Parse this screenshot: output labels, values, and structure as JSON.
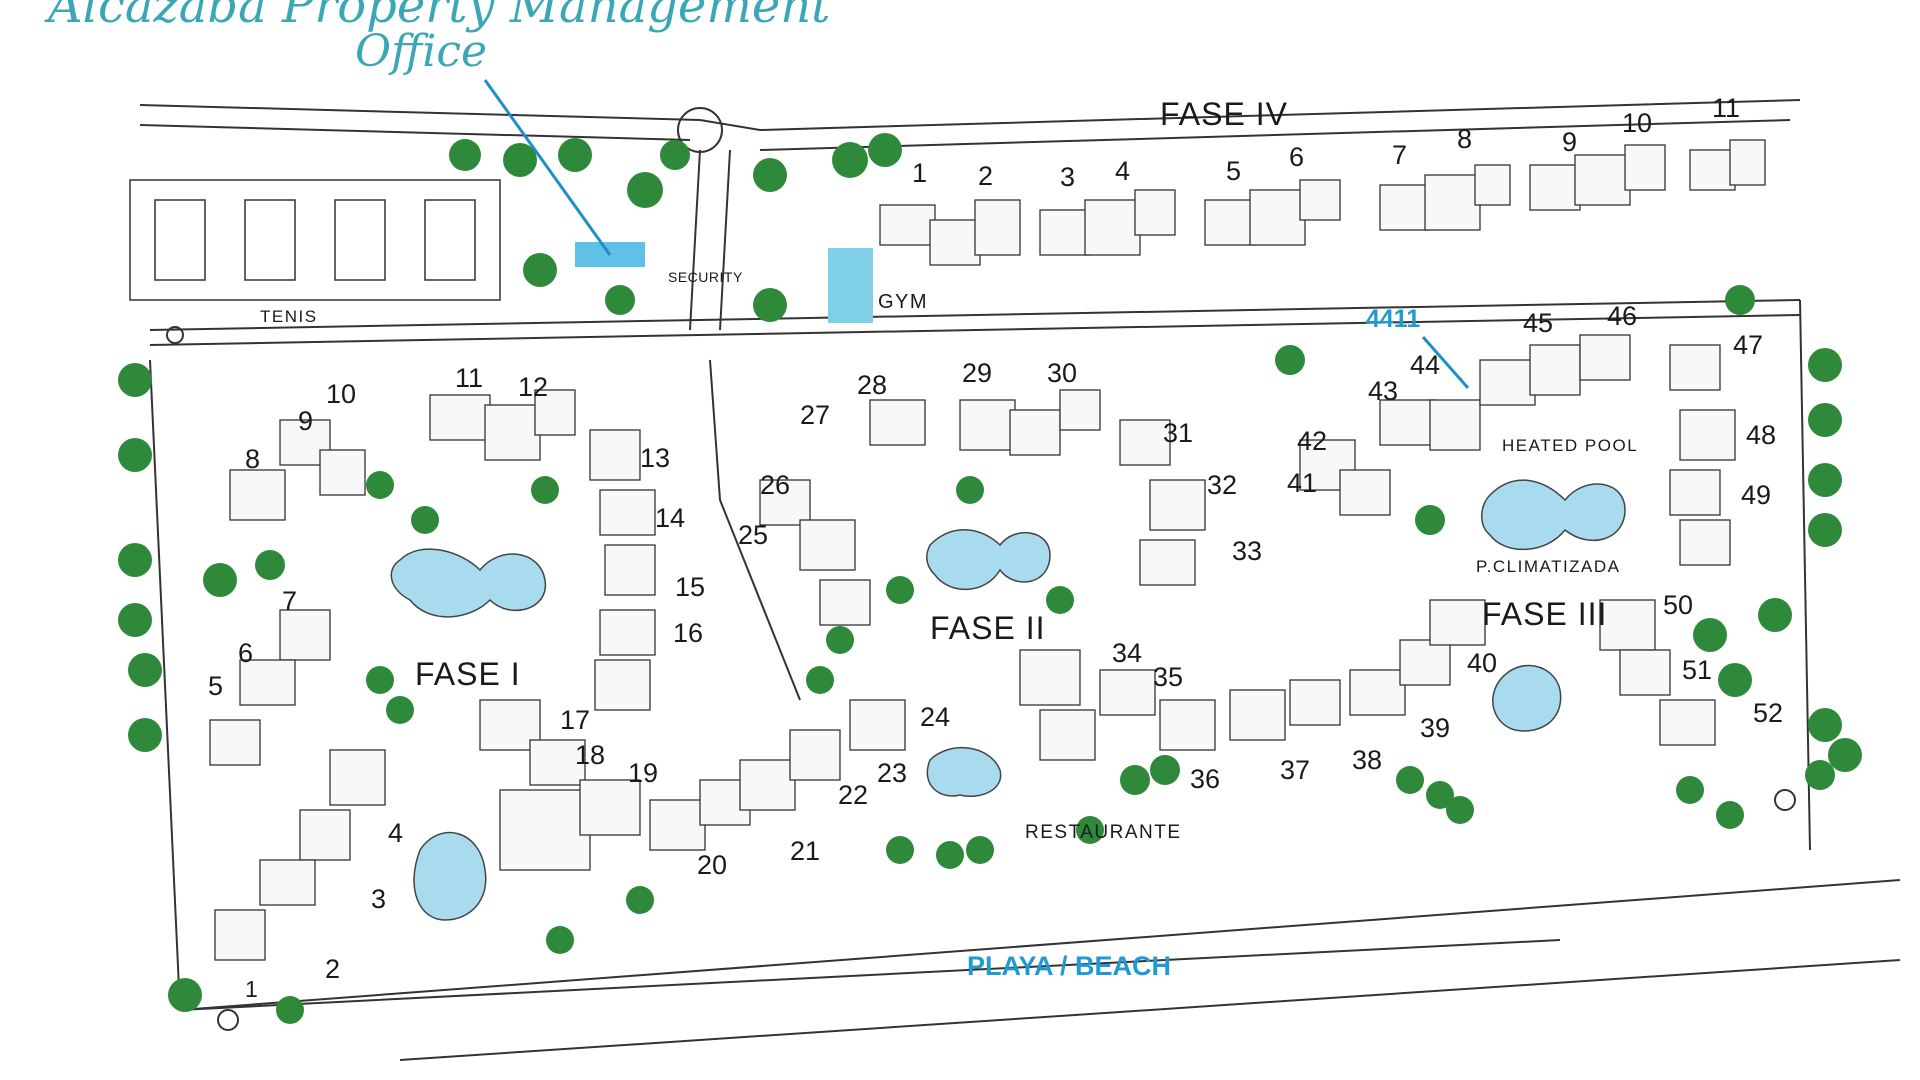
{
  "title": {
    "line1": "Alcazaba Property Management",
    "line2": "Office"
  },
  "phases": {
    "fase1": "FASE I",
    "fase2": "FASE II",
    "fase3": "FASE III",
    "fase4": "FASE IV"
  },
  "places": {
    "tenis": "TENIS",
    "security": "SECURITY",
    "gym": "GYM",
    "heated_pool": "HEATED POOL",
    "climatizada": "P.CLIMATIZADA",
    "restaurante": "RESTAURANTE",
    "beach": "PLAYA / BEACH",
    "unit_highlight": "4411"
  },
  "fase4_numbers": [
    "1",
    "2",
    "3",
    "4",
    "5",
    "6",
    "7",
    "8",
    "9",
    "10",
    "11"
  ],
  "block_numbers": [
    "1",
    "2",
    "3",
    "4",
    "5",
    "6",
    "7",
    "8",
    "9",
    "10",
    "11",
    "12",
    "13",
    "14",
    "15",
    "16",
    "17",
    "18",
    "19",
    "20",
    "21",
    "22",
    "23",
    "24",
    "25",
    "26",
    "27",
    "28",
    "29",
    "30",
    "31",
    "32",
    "33",
    "34",
    "35",
    "36",
    "37",
    "38",
    "39",
    "40",
    "41",
    "42",
    "43",
    "44",
    "45",
    "46",
    "47",
    "48",
    "49",
    "50",
    "51",
    "52"
  ],
  "colors": {
    "accent": "#1f9bd1",
    "office_text": "#3ba7b6",
    "pool": "#a9dbee",
    "tree": "#2e8a3a",
    "highlight_fill": "#5fc1e6"
  }
}
